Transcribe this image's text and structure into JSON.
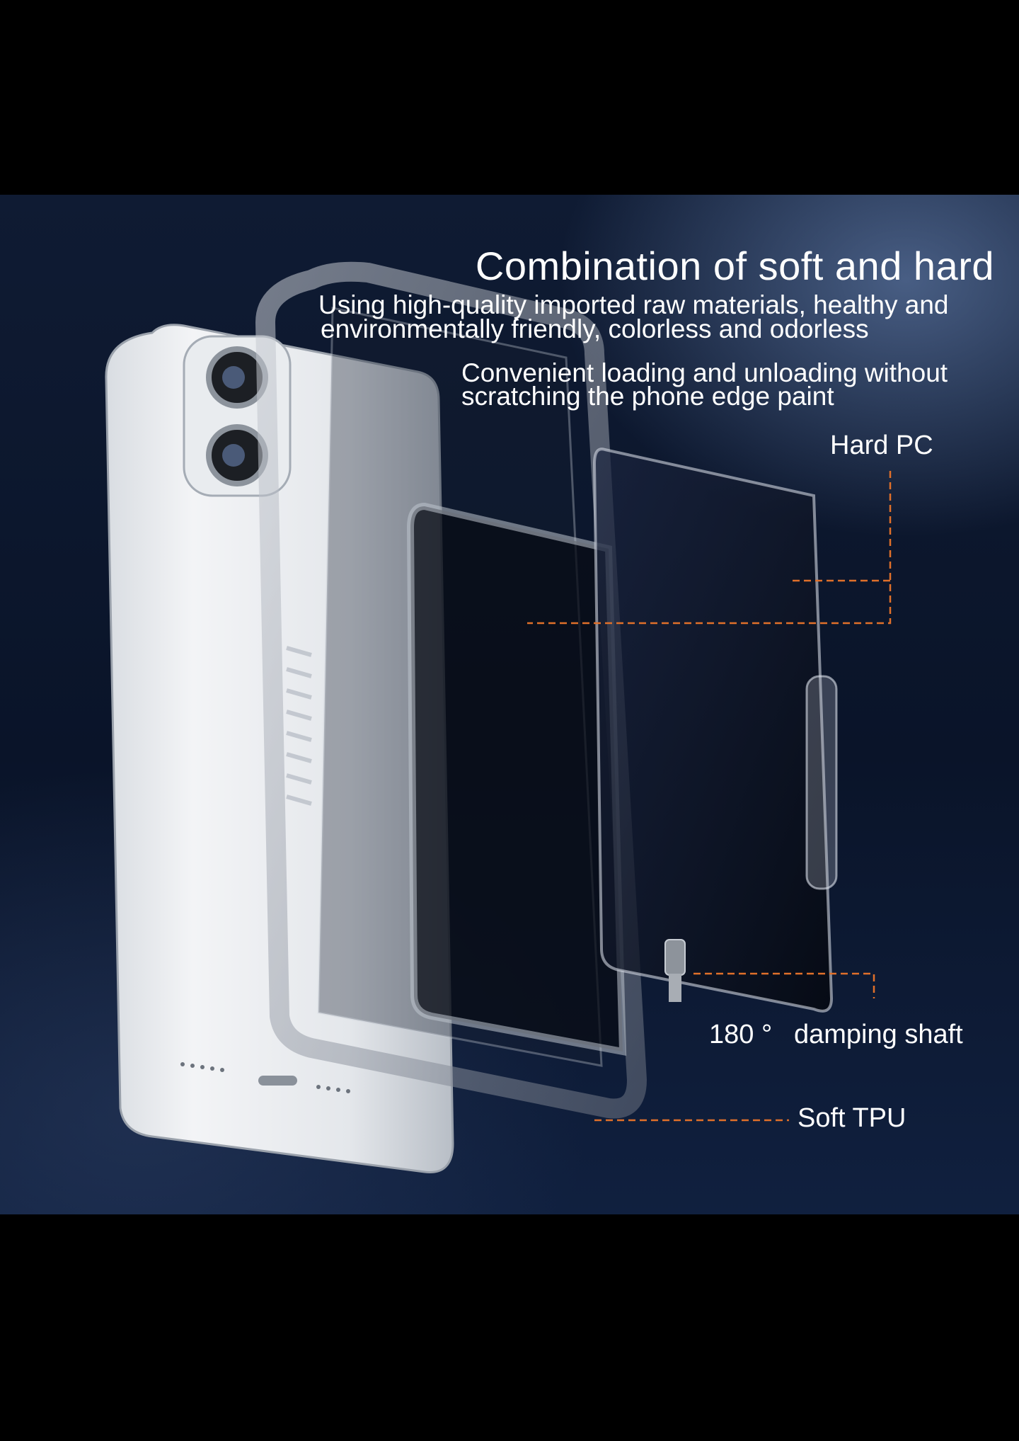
{
  "headline": {
    "title": "Combination of soft and hard",
    "line1": "Using high-quality imported raw materials, healthy and",
    "line2": "environmentally friendly, colorless and odorless",
    "line3": "Convenient loading and unloading without",
    "line4": "scratching the phone edge paint"
  },
  "callouts": {
    "hard_pc": "Hard PC",
    "degree": "180 °",
    "damping": "damping shaft",
    "soft_tpu": "Soft TPU"
  },
  "colors": {
    "background_top": "#0f1b33",
    "background_glow": "#7896c8",
    "leader_line": "#e0702a",
    "text": "#ffffff"
  }
}
